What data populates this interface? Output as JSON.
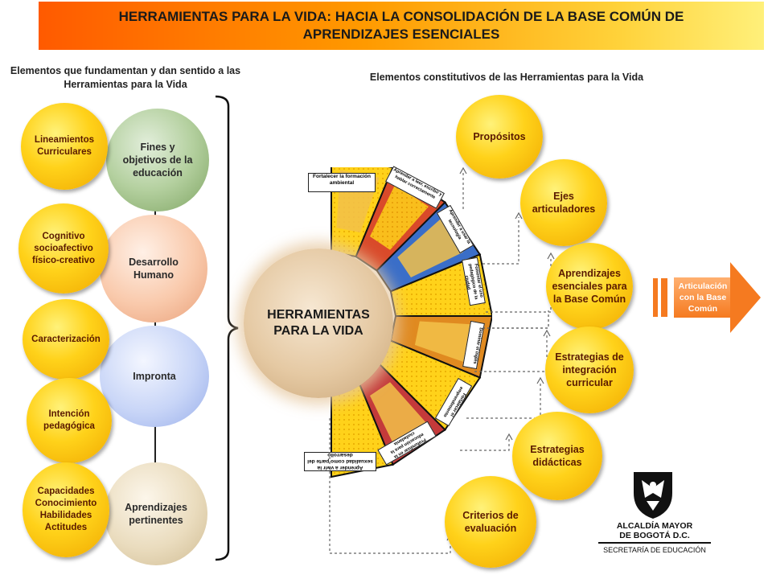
{
  "banner": {
    "title": "HERRAMIENTAS PARA LA VIDA: HACIA LA CONSOLIDACIÓN DE LA BASE COMÚN DE APRENDIZAJES ESENCIALES"
  },
  "left_section": {
    "title": "Elementos que fundamentan y dan sentido a las Herramientas para la Vida",
    "stack": [
      "Fines y objetivos de la educación",
      "Desarrollo Humano",
      "Impronta",
      "Aprendizajes pertinentes"
    ],
    "side": [
      "Lineamientos Curriculares",
      "Cognitivo socioafectivo físico-creativo",
      "Caracterización",
      "Intención pedagógica",
      "Capacidades Conocimiento Habilidades Actitudes"
    ]
  },
  "center": {
    "label": "HERRAMIENTAS PARA LA VIDA"
  },
  "fan_labels": [
    "Fortalecer la formación ambiental",
    "Aprender a leer, escribir y hablar correctamente",
    "Aprender a usar la tecnología",
    "Fomentar el uso pedagógico de la ciudad",
    "Dominar el inglés",
    "Fortalecer el emprendimiento",
    "Profundizar en la educación para la ciudadanía",
    "Aprender a vivir la sexualidad como parte del desarrollo"
  ],
  "right_section": {
    "title": "Elementos constitutivos de las Herramientas para la Vida",
    "items": [
      "Propósitos",
      "Ejes articuladores",
      "Aprendizajes esenciales para la Base Común",
      "Estrategias de integración curricular",
      "Estrategias didácticas",
      "Criterios de evaluación"
    ]
  },
  "arrow": {
    "label": "Articulación con la Base Común"
  },
  "logo": {
    "line1": "ALCALDÍA MAYOR",
    "line2": "DE BOGOTÁ D.C.",
    "line3": "SECRETARÍA DE EDUCACIÓN"
  },
  "colors": {
    "banner_start": "#ff5a00",
    "banner_end": "#fff07a",
    "yellow_circle": "#ffd21a",
    "arrow": "#f57a20"
  }
}
